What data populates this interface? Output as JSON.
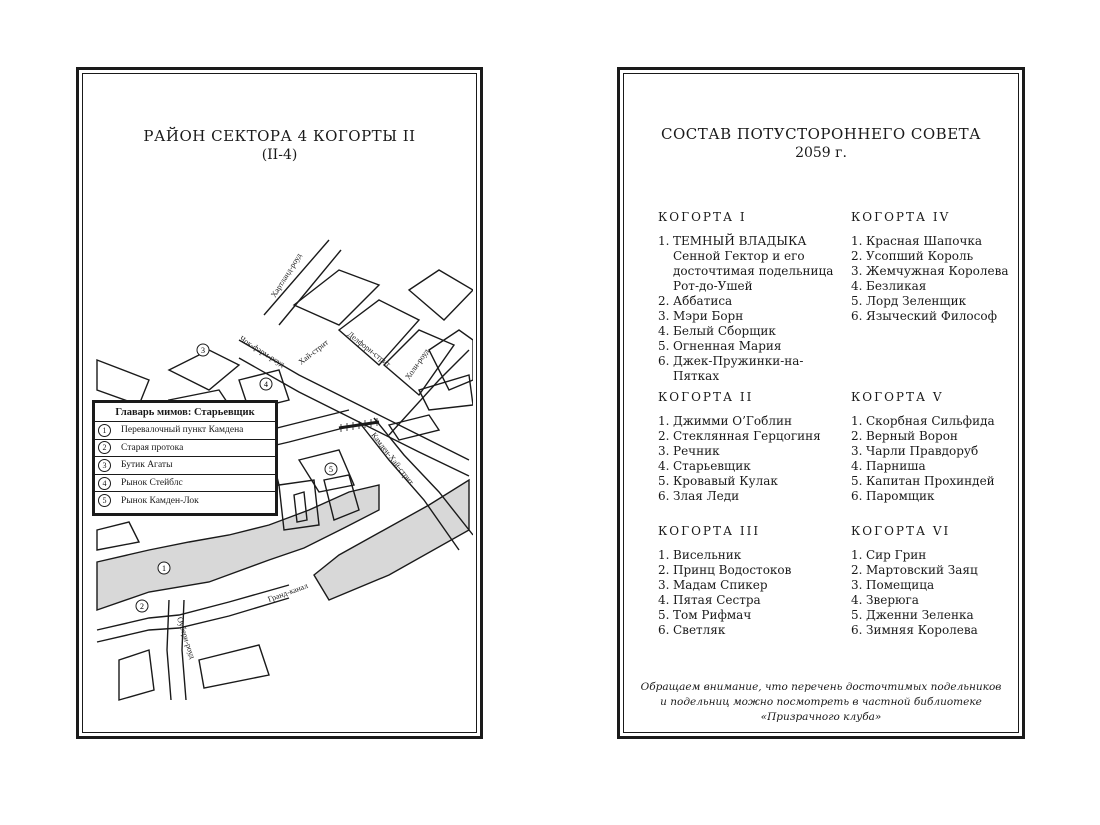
{
  "left_page": {
    "title": "РАЙОН СЕКТОРА 4 КОГОРТЫ II",
    "subtitle": "(II-4)",
    "street_labels": [
      "Хартланд-роуд",
      "Чок-фарм-роуд",
      "Хай-стрит",
      "Делфорн-стрит",
      "Холи-роуд",
      "Камден-Хай-стрит",
      "Гранд-канал",
      "Оубери-роуд"
    ],
    "legend": {
      "heading": "Главарь мимов: Старьевщик",
      "items": [
        {
          "num": "1",
          "label": "Перевалочный пункт Камдена"
        },
        {
          "num": "2",
          "label": "Старая протока"
        },
        {
          "num": "3",
          "label": "Бутик Агаты"
        },
        {
          "num": "4",
          "label": "Рынок Стейблс"
        },
        {
          "num": "5",
          "label": "Рынок Камден-Лок"
        }
      ]
    },
    "map_markers": [
      "1",
      "2",
      "3",
      "4",
      "5"
    ]
  },
  "right_page": {
    "title": "СОСТАВ ПОТУСТОРОННЕГО СОВЕТА",
    "year": "2059 г.",
    "cohorts": [
      {
        "heading": "КОГОРТА I",
        "members": [
          {
            "num": "1.",
            "name": "ТЕМНЫЙ ВЛАДЫКА"
          },
          {
            "num": "",
            "name": "Сенной Гектор и его"
          },
          {
            "num": "",
            "name": "досточтимая подельница"
          },
          {
            "num": "",
            "name": "Рот-до-Ушей"
          },
          {
            "num": "2.",
            "name": "Аббатиса"
          },
          {
            "num": "3.",
            "name": "Мэри Борн"
          },
          {
            "num": "4.",
            "name": "Белый Сборщик"
          },
          {
            "num": "5.",
            "name": "Огненная Мария"
          },
          {
            "num": "6.",
            "name": "Джек-Пружинки-на-Пятках"
          }
        ]
      },
      {
        "heading": "КОГОРТА IV",
        "members": [
          {
            "num": "1.",
            "name": "Красная Шапочка"
          },
          {
            "num": "2.",
            "name": "Усопший Король"
          },
          {
            "num": "3.",
            "name": "Жемчужная Королева"
          },
          {
            "num": "4.",
            "name": "Безликая"
          },
          {
            "num": "5.",
            "name": "Лорд Зеленщик"
          },
          {
            "num": "6.",
            "name": "Языческий Философ"
          }
        ]
      },
      {
        "heading": "КОГОРТА II",
        "members": [
          {
            "num": "1.",
            "name": "Джимми О’Гоблин"
          },
          {
            "num": "2.",
            "name": "Стеклянная Герцогиня"
          },
          {
            "num": "3.",
            "name": "Речник"
          },
          {
            "num": "4.",
            "name": "Старьевщик"
          },
          {
            "num": "5.",
            "name": "Кровавый Кулак"
          },
          {
            "num": "6.",
            "name": "Злая Леди"
          }
        ]
      },
      {
        "heading": "КОГОРТА V",
        "members": [
          {
            "num": "1.",
            "name": "Скорбная Сильфида"
          },
          {
            "num": "2.",
            "name": "Верный Ворон"
          },
          {
            "num": "3.",
            "name": "Чарли Правдоруб"
          },
          {
            "num": "4.",
            "name": "Парниша"
          },
          {
            "num": "5.",
            "name": "Капитан Прохиндей"
          },
          {
            "num": "6.",
            "name": "Паромщик"
          }
        ]
      },
      {
        "heading": "КОГОРТА III",
        "members": [
          {
            "num": "1.",
            "name": "Висельник"
          },
          {
            "num": "2.",
            "name": "Принц Водостоков"
          },
          {
            "num": "3.",
            "name": "Мадам Спикер"
          },
          {
            "num": "4.",
            "name": "Пятая Сестра"
          },
          {
            "num": "5.",
            "name": "Том Рифмач"
          },
          {
            "num": "6.",
            "name": "Светляк"
          }
        ]
      },
      {
        "heading": "КОГОРТА VI",
        "members": [
          {
            "num": "1.",
            "name": "Сир Грин"
          },
          {
            "num": "2.",
            "name": "Мартовский Заяц"
          },
          {
            "num": "3.",
            "name": "Помещица"
          },
          {
            "num": "4.",
            "name": "Зверюга"
          },
          {
            "num": "5.",
            "name": "Дженни Зеленка"
          },
          {
            "num": "6.",
            "name": "Зимняя Королева"
          }
        ]
      }
    ],
    "footnote": [
      "Обращаем внимание, что перечень досточтимых подельников",
      "и подельниц можно посмотреть в частной библиотеке",
      "«Призрачного клуба»"
    ]
  }
}
